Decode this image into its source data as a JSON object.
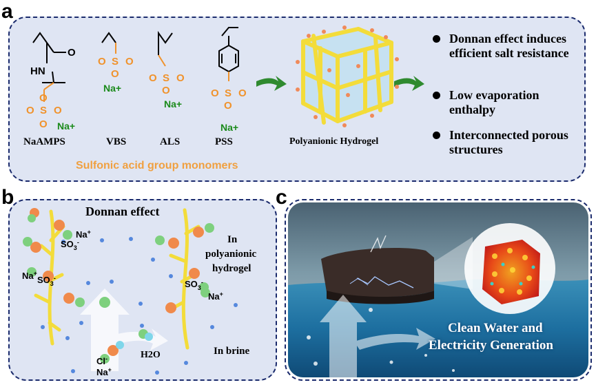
{
  "panels": {
    "a": {
      "letter": "a",
      "monomers": [
        {
          "name": "NaAMPS"
        },
        {
          "name": "VBS"
        },
        {
          "name": "ALS"
        },
        {
          "name": "PSS"
        }
      ],
      "caption": "Sulfonic acid group monomers",
      "hydrogel_label": "Polyanionic Hydrogel",
      "bullets": [
        "Donnan effect induces efficient salt resistance",
        "Low evaporation enthalpy",
        "Interconnected porous structures"
      ],
      "atoms": {
        "HN": "HN",
        "O": "O",
        "S": "S",
        "Na_plus": "Na+"
      }
    },
    "b": {
      "letter": "b",
      "title": "Donnan effect",
      "side_label_line1": "In",
      "side_label_line2": "polyanionic",
      "side_label_line3": "hydrogel",
      "brine_label": "In brine",
      "water_label": "H2O",
      "ion_labels": {
        "na": "Na",
        "so3": "SO",
        "cl": "Cl"
      }
    },
    "c": {
      "letter": "c",
      "caption_line1": "Clean Water and",
      "caption_line2": "Electricity Generation"
    }
  },
  "colors": {
    "panel_bg": "#dfe5f3",
    "border": "#1a2a6c",
    "orange": "#f0922b",
    "green": "#1a8a1a",
    "hydrogel_yellow": "#f3dc3a",
    "arrow_green": "#2f8a2f",
    "sea": "#1d6fa0"
  }
}
